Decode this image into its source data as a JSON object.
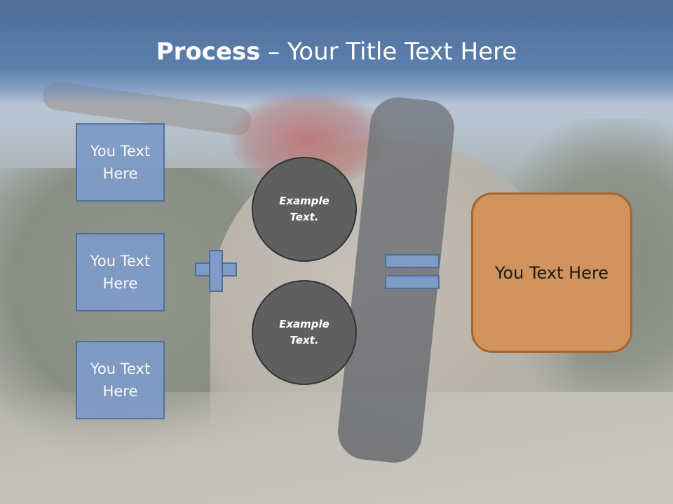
{
  "title": {
    "bold": "Process",
    "rest": " – Your Title Text Here"
  },
  "inputs": [
    {
      "label": "You Text Here"
    },
    {
      "label": "You Text Here"
    },
    {
      "label": "You Text Here"
    }
  ],
  "circles": [
    {
      "label": "Example Text."
    },
    {
      "label": "Example Text."
    }
  ],
  "result": {
    "label": "You Text Here"
  },
  "colors": {
    "title_bar": "#5c7fae",
    "box_fill": "#7f9bc6",
    "box_border": "#4f6e9d",
    "circle_fill": "#5f5f5f",
    "result_fill": "#d0935e",
    "result_border": "#a6652e"
  },
  "icons": {
    "operator_1": "plus-icon",
    "operator_2": "equals-icon"
  }
}
